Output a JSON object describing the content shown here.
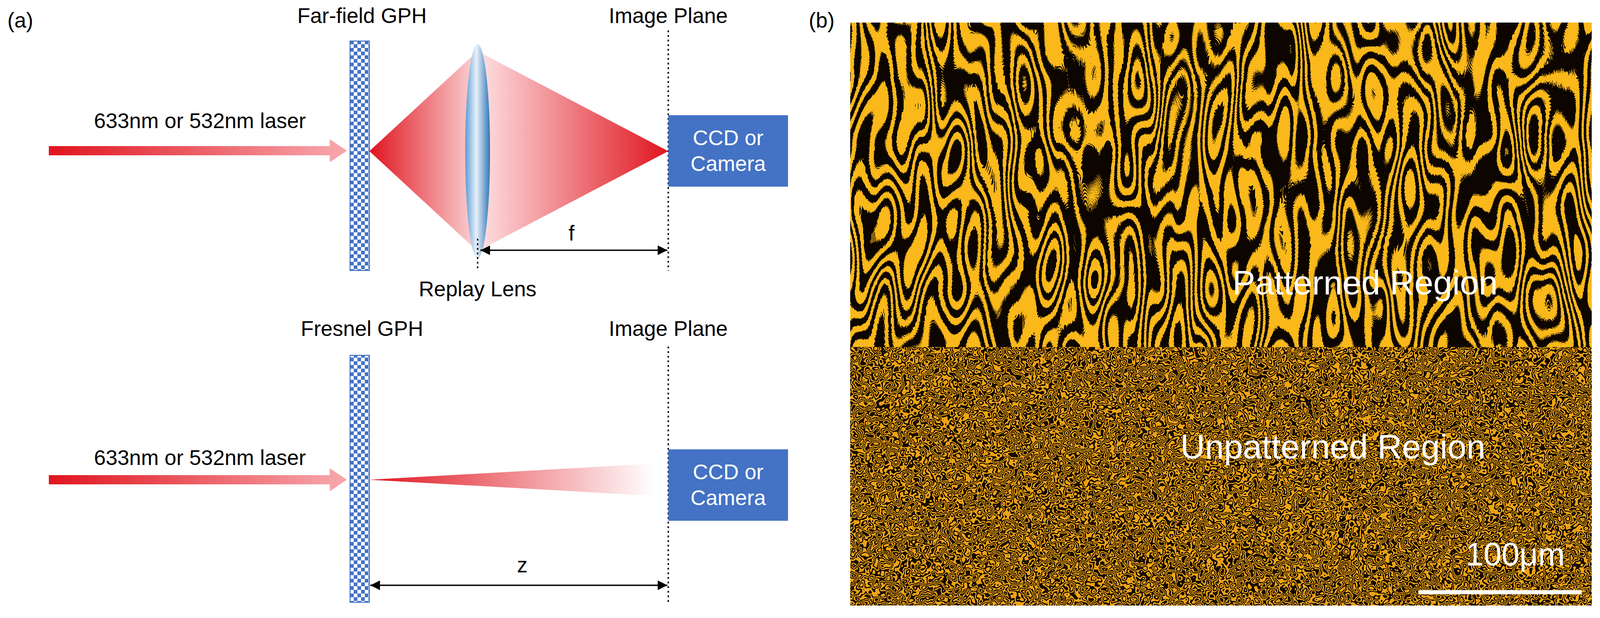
{
  "diagram": {
    "nodes": [
      {
        "text": [
          "CCD or Camera"
        ]
      },
      {
        "text": [
          "CCD or Camera"
        ]
      }
    ],
    "labels": [
      "(a)",
      "Far-field GPH",
      "Image Plane",
      "633nm or 532nm laser",
      "f",
      "Replay Lens",
      "Fresnel GPH",
      "Image Plane",
      "633nm or 532nm laser",
      "z",
      "(b)",
      "Patterned Region",
      "Unpatterned Region",
      "100μm"
    ]
  }
}
